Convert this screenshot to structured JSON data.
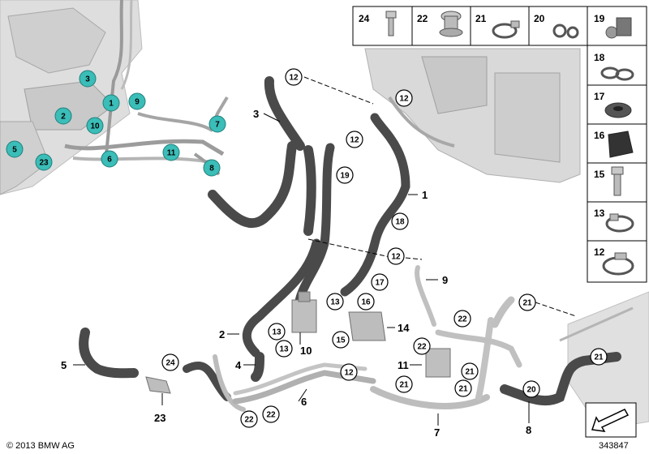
{
  "copyright": "© 2013 BMW AG",
  "diagram_number": "343847",
  "hose_labels": [
    "1",
    "2",
    "3",
    "4",
    "5",
    "6",
    "7",
    "8",
    "9",
    "10",
    "11",
    "14",
    "23"
  ],
  "ring_labels": [
    "12",
    "13",
    "15",
    "16",
    "17",
    "18",
    "19",
    "20",
    "21",
    "22",
    "24"
  ],
  "engine_callouts": [
    "1",
    "2",
    "3",
    "5",
    "6",
    "7",
    "8",
    "9",
    "10",
    "11",
    "23"
  ],
  "parts_table_top": [
    {
      "number": "24",
      "part": "bolt-icon"
    },
    {
      "number": "22",
      "part": "nut-icon"
    },
    {
      "number": "21",
      "part": "clamp-icon"
    },
    {
      "number": "20",
      "part": "double-clip-icon"
    },
    {
      "number": "19",
      "part": "bracket-icon"
    }
  ],
  "parts_table_side": [
    {
      "number": "18",
      "part": "hose-clip-icon"
    },
    {
      "number": "17",
      "part": "grommet-icon"
    },
    {
      "number": "16",
      "part": "rubber-mount-icon"
    },
    {
      "number": "15",
      "part": "bolt-icon"
    },
    {
      "number": "13",
      "part": "clamp-icon"
    },
    {
      "number": "12",
      "part": "clamp-icon"
    }
  ],
  "colors": {
    "callout_fill": "#3bbdb8",
    "hose": "#4a4a4a",
    "engine": "#d8d8d8"
  }
}
